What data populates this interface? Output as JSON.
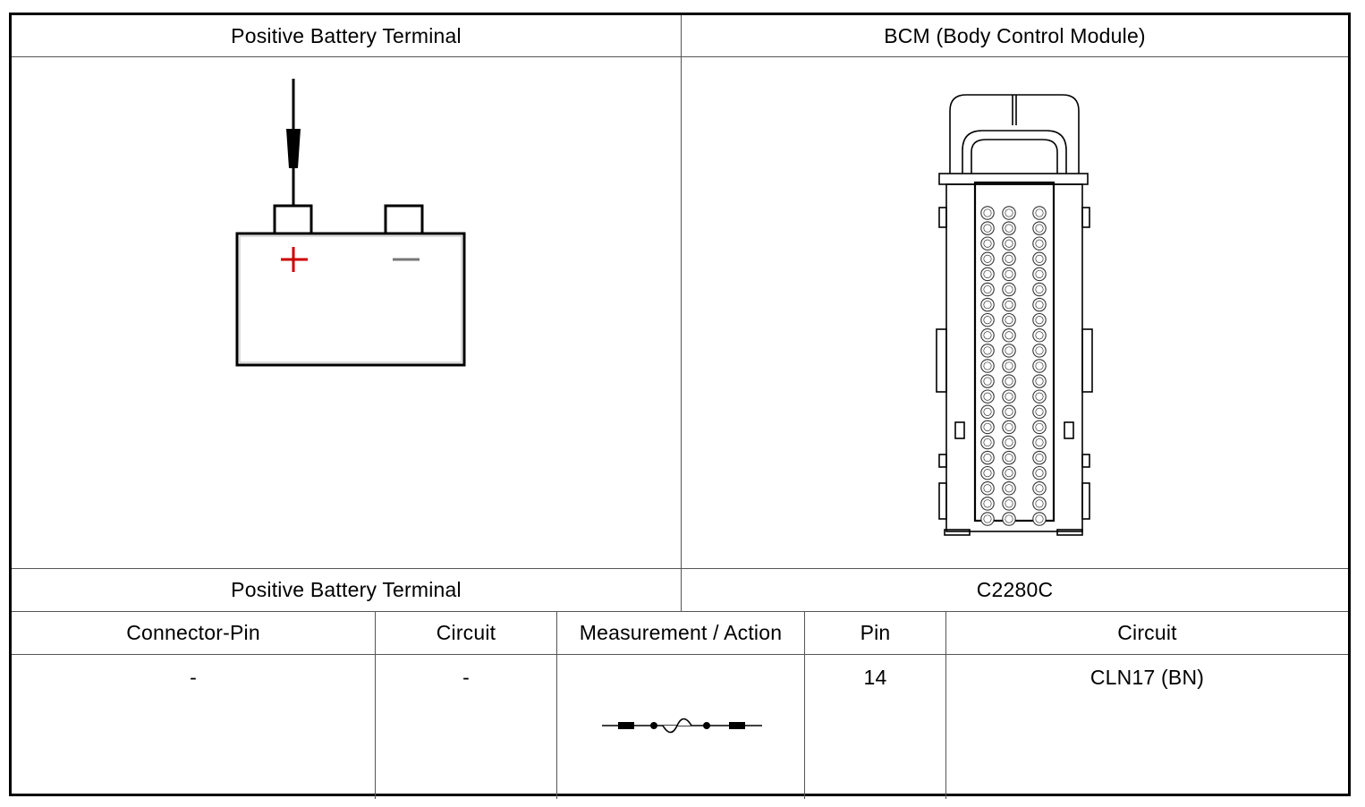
{
  "header": {
    "left_title": "Positive Battery Terminal",
    "right_title": "BCM (Body Control Module)"
  },
  "battery_diagram": {
    "plus_symbol": "+",
    "minus_symbol": "—",
    "plus_color": "#cc0000",
    "minus_color": "#777777"
  },
  "connector_diagram": {
    "name": "BCM connector face view",
    "pin_rows": 21,
    "pin_columns": 3
  },
  "connector_labels": {
    "left": "Positive Battery Terminal",
    "right": "C2280C"
  },
  "table": {
    "headers": [
      "Connector-Pin",
      "Circuit",
      "Measurement / Action",
      "Pin",
      "Circuit"
    ],
    "row": {
      "connector_pin": "-",
      "circuit_left": "-",
      "measurement_icon": "continuity-check-icon",
      "pin": "14",
      "circuit_right": "CLN17 (BN)"
    }
  }
}
